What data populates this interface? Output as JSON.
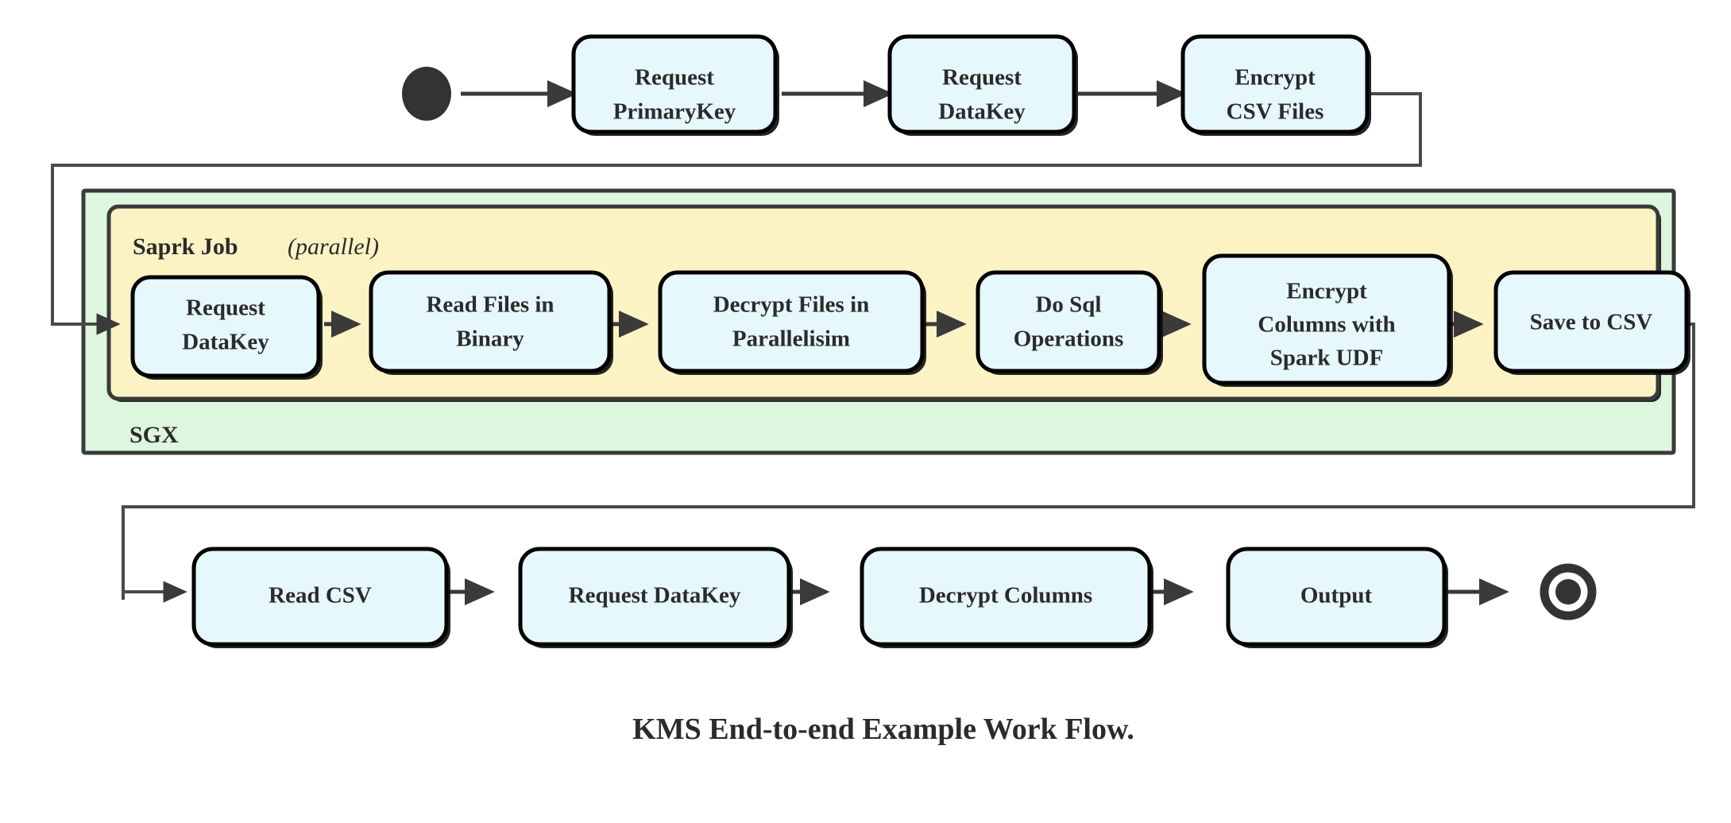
{
  "diagram": {
    "caption": "KMS End-to-end Example Work Flow.",
    "colors": {
      "node_fill": "#e6f8fc",
      "node_stroke": "#000000",
      "sgx_fill": "#ddf6dd",
      "spark_fill": "#fcf3c4",
      "edge": "#3a3a3a",
      "text": "#2b2b2b",
      "terminator": "#333333"
    },
    "groups": {
      "sgx": {
        "label": "SGX"
      },
      "spark": {
        "label_bold": "Saprk Job",
        "label_italic": "(parallel)",
        "label_italic_inner": "parallel"
      }
    },
    "terminators": {
      "start": "start-node",
      "end": "end-node"
    },
    "rows": {
      "top": {
        "nodes": [
          {
            "id": "request-primarykey",
            "line1": "Request",
            "line2": "PrimaryKey"
          },
          {
            "id": "request-datakey-top",
            "line1": "Request",
            "line2": "DataKey"
          },
          {
            "id": "encrypt-csv-files",
            "line1": "Encrypt",
            "line2": "CSV Files"
          }
        ]
      },
      "middle": {
        "nodes": [
          {
            "id": "request-datakey-spark",
            "line1": "Request",
            "line2": "DataKey",
            "line3": ""
          },
          {
            "id": "read-files-in-binary",
            "line1": "Read Files in",
            "line2": "Binary",
            "line3": ""
          },
          {
            "id": "decrypt-files-in-parallelisim",
            "line1": "Decrypt Files in",
            "line2": "Parallelisim",
            "line3": ""
          },
          {
            "id": "do-sql-operations",
            "line1": "Do Sql",
            "line2": "Operations",
            "line3": ""
          },
          {
            "id": "encrypt-columns-with-spark-udf",
            "line1": "Encrypt",
            "line2": "Columns with",
            "line3": "Spark UDF"
          },
          {
            "id": "save-to-csv",
            "line1": "Save to CSV",
            "line2": "",
            "line3": ""
          }
        ]
      },
      "bottom": {
        "nodes": [
          {
            "id": "read-csv",
            "line1": "Read CSV"
          },
          {
            "id": "request-datakey-bottom",
            "line1": "Request DataKey"
          },
          {
            "id": "decrypt-columns",
            "line1": "Decrypt Columns"
          },
          {
            "id": "output",
            "line1": "Output"
          }
        ]
      }
    }
  }
}
